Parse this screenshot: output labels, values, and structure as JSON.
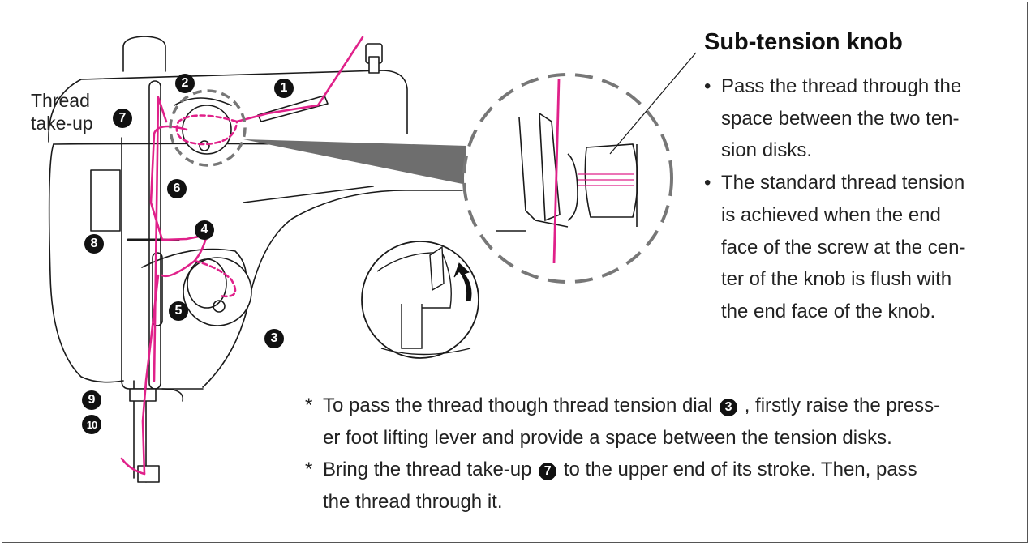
{
  "labels": {
    "thread_takeup_line1": "Thread",
    "thread_takeup_line2": "take-up"
  },
  "markers": [
    {
      "id": "1",
      "glyph": "1"
    },
    {
      "id": "2",
      "glyph": "2"
    },
    {
      "id": "3",
      "glyph": "3"
    },
    {
      "id": "4",
      "glyph": "4"
    },
    {
      "id": "5",
      "glyph": "5"
    },
    {
      "id": "6",
      "glyph": "6"
    },
    {
      "id": "7",
      "glyph": "7"
    },
    {
      "id": "8",
      "glyph": "8"
    },
    {
      "id": "9",
      "glyph": "9"
    },
    {
      "id": "10",
      "glyph": "10"
    }
  ],
  "subtension": {
    "heading": "Sub-tension knob",
    "bullets": [
      {
        "line1": "Pass the thread through the",
        "line2": "space between the two ten-",
        "line3": "sion disks."
      },
      {
        "line1": "The standard thread tension",
        "line2": "is achieved when the end",
        "line3": "face of the screw at the cen-",
        "line4": "ter of the knob is flush with",
        "line5": "the end face of the knob."
      }
    ]
  },
  "notes": [
    {
      "mark": "*",
      "text_before": "To pass the thread though thread tension dial",
      "badge": "3",
      "text_after": ", firstly raise the press-",
      "line2": "er foot lifting lever and provide a space between the tension disks."
    },
    {
      "mark": "*",
      "text_before": "Bring the thread take-up",
      "badge": "7",
      "text_after": "to the upper end of its stroke. Then, pass",
      "line2": "the thread through it."
    }
  ],
  "colors": {
    "thread": "#e0218a",
    "outline": "#1a1a1a",
    "zoom_cone": "#6e6e6e",
    "dashed_circle": "#777777"
  },
  "icons": [
    "arrow-up-icon"
  ]
}
